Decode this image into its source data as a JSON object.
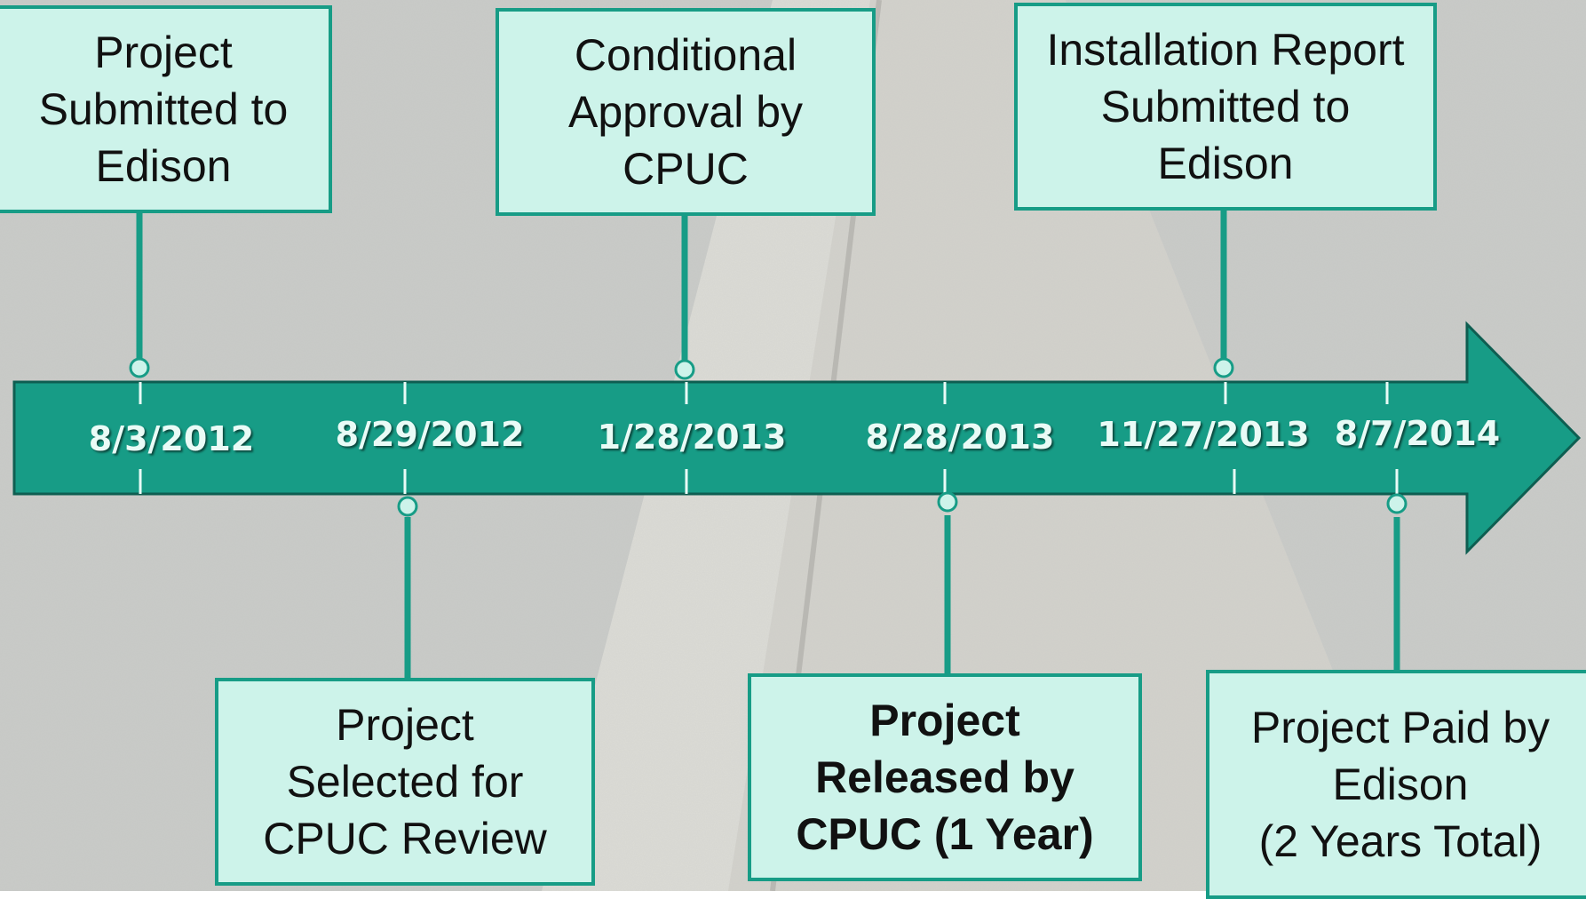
{
  "colors": {
    "accent": "#179c86",
    "box_fill": "#cdf3ea",
    "date_text": "#e9fbf6"
  },
  "timeline": {
    "dates": [
      "8/3/2012",
      "8/29/2012",
      "1/28/2013",
      "8/28/2013",
      "11/27/2013",
      "8/7/2014"
    ]
  },
  "milestones": [
    {
      "lines": [
        "Project",
        "Submitted to",
        "Edison"
      ]
    },
    {
      "lines": [
        "Project",
        "Selected for",
        "CPUC Review"
      ]
    },
    {
      "lines": [
        "Conditional",
        "Approval by",
        "CPUC"
      ]
    },
    {
      "lines": [
        "Project",
        "Released by",
        "CPUC (1 Year)"
      ]
    },
    {
      "lines": [
        "Installation Report",
        "Submitted to",
        "Edison"
      ]
    },
    {
      "lines": [
        "Project Paid by",
        "Edison",
        "(2 Years Total)"
      ]
    }
  ]
}
